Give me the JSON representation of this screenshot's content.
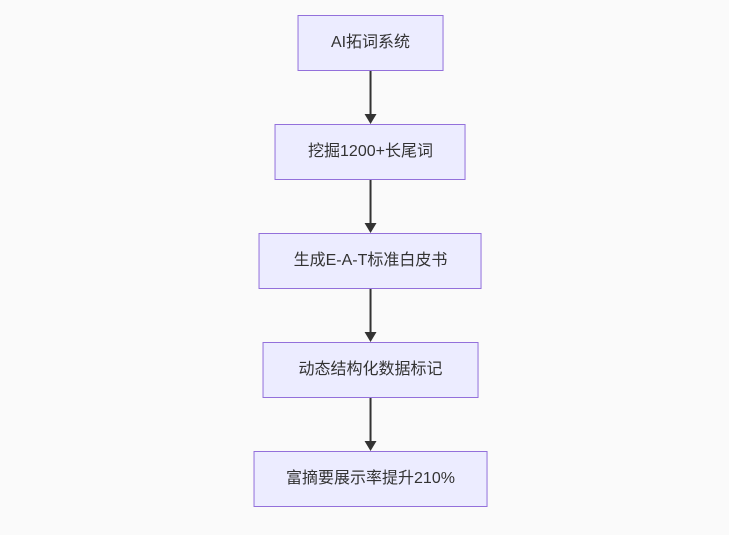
{
  "theme": {
    "canvas_bg": "#fafafa",
    "node_fill": "#ECECFF",
    "node_border": "#9370DB",
    "node_text": "#333333",
    "arrow_color": "#333333"
  },
  "flowchart": {
    "type": "flowchart",
    "direction": "top-down",
    "nodes": [
      {
        "label": "AI拓词系统"
      },
      {
        "label": "挖掘1200+长尾词"
      },
      {
        "label": "生成E-A-T标准白皮书"
      },
      {
        "label": "动态结构化数据标记"
      },
      {
        "label": "富摘要展示率提升210%"
      }
    ],
    "edges": [
      {
        "from": 0,
        "to": 1
      },
      {
        "from": 1,
        "to": 2
      },
      {
        "from": 2,
        "to": 3
      },
      {
        "from": 3,
        "to": 4
      }
    ]
  }
}
